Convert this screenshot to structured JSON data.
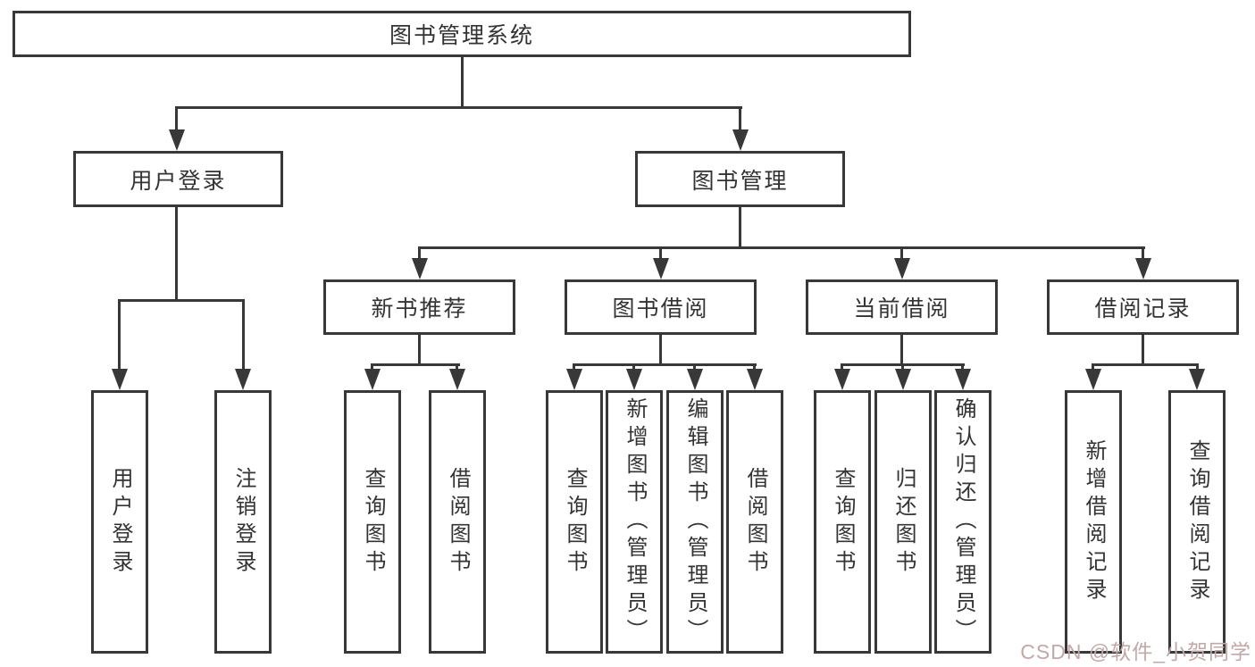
{
  "diagram": {
    "root": "图书管理系统",
    "level2": {
      "user_login": "用户登录",
      "book_mgmt": "图书管理"
    },
    "level3": {
      "new_books": "新书推荐",
      "book_borrow": "图书借阅",
      "current_borrow": "当前借阅",
      "borrow_records": "借阅记录"
    },
    "leaves": {
      "user_login": "用户登录",
      "logout": "注销登录",
      "nb_query": "查询图书",
      "nb_borrow": "借阅图书",
      "bb_query": "查询图书",
      "bb_add": "新增图书（管理员）",
      "bb_edit": "编辑图书（管理员）",
      "bb_borrow": "借阅图书",
      "cb_query": "查询图书",
      "cb_return": "归还图书",
      "cb_confirm": "确认归还（管理员）",
      "br_add": "新增借阅记录",
      "br_query": "查询借阅记录"
    }
  },
  "watermark": {
    "text": "CSDN @软件_小贺同学"
  },
  "colors": {
    "line": "#383838",
    "text": "#333333",
    "watermark": "#c2a8a8",
    "background": "#ffffff"
  }
}
